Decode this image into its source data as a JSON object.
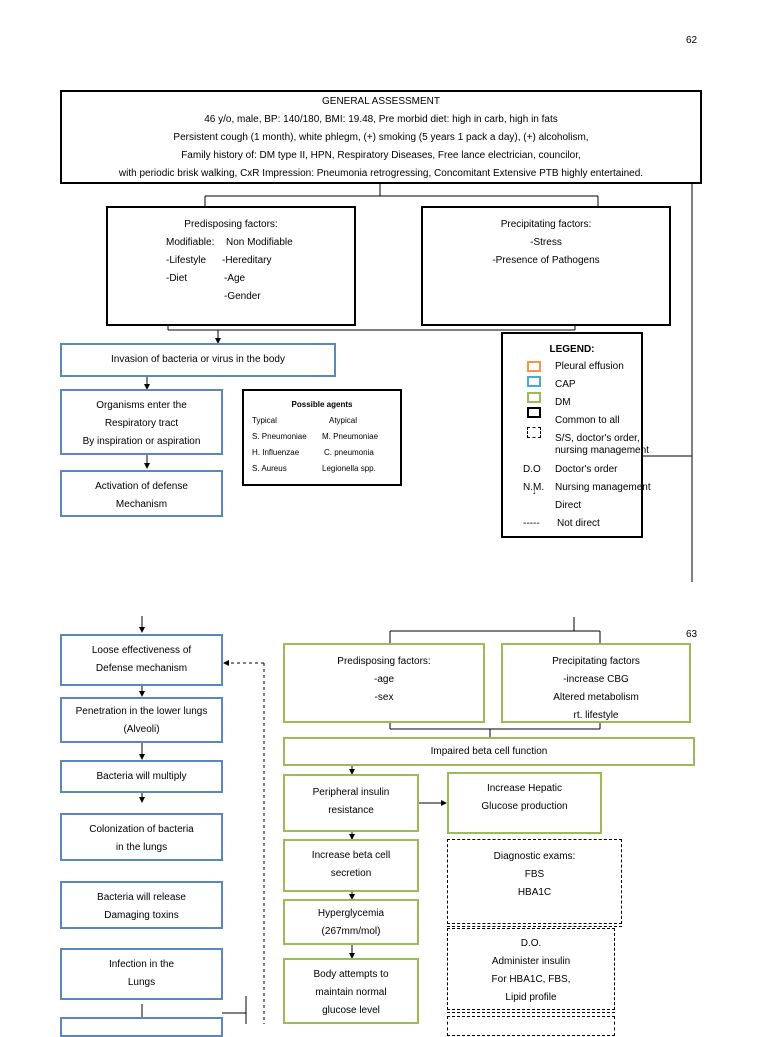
{
  "page_numbers": {
    "top": "62",
    "middle": "63"
  },
  "general_assessment": {
    "lines": [
      "GENERAL ASSESSMENT",
      "46 y/o, male, BP: 140/180, BMI: 19.48, Pre morbid diet: high in carb, high in fats",
      "Persistent cough (1 month), white phlegm, (+) smoking (5 years 1 pack a day), (+) alcoholism,",
      "Family history of: DM type II, HPN, Respiratory Diseases, Free lance electrician, councilor,",
      "with periodic brisk walking, CxR Impression: Pneumonia retrogressing, Concomitant Extensive PTB highly entertained."
    ]
  },
  "predisposing_1": {
    "title": "Predisposing factors:",
    "rows": [
      [
        "Modifiable:",
        "Non Modifiable"
      ],
      [
        "-Lifestyle",
        "-Hereditary"
      ],
      [
        "-Diet",
        "-Age"
      ],
      [
        "",
        "-Gender"
      ]
    ]
  },
  "precipitating_1": {
    "lines": [
      "Precipitating factors:",
      "-Stress",
      "-Presence of Pathogens"
    ]
  },
  "cap_flow": {
    "invasion": [
      "Invasion of bacteria or virus in the body"
    ],
    "organisms": [
      "Organisms enter the",
      "Respiratory tract",
      "By inspiration or aspiration"
    ],
    "activation": [
      "Activation of defense",
      "Mechanism"
    ],
    "loose": [
      "Loose effectiveness of",
      "Defense mechanism"
    ],
    "penetration": [
      "Penetration in the lower lungs",
      "(Alveoli)"
    ],
    "multiply": [
      "Bacteria will multiply"
    ],
    "colonization": [
      "Colonization of bacteria",
      "in the lungs"
    ],
    "toxins": [
      "Bacteria will release",
      "Damaging toxins"
    ],
    "infection": [
      "Infection in the",
      "Lungs"
    ]
  },
  "possible_agents": {
    "title": "Possible agents",
    "headers": [
      "Typical",
      "Atypical"
    ],
    "rows": [
      [
        "S. Pneumoniae",
        "M. Pneumoniae"
      ],
      [
        "H. Influenzae",
        "C. pneumonia"
      ],
      [
        "S. Aureus",
        "Legionella spp."
      ]
    ]
  },
  "legend": {
    "title": "LEGEND:",
    "items": [
      {
        "swatch": "#f79646",
        "label": "Pleural effusion"
      },
      {
        "swatch": "#4bacc6",
        "label": "CAP"
      },
      {
        "swatch": "#9bbb59",
        "label": "DM"
      },
      {
        "swatch": "#000000",
        "label": "Common to all"
      },
      {
        "swatch": "dashed",
        "label": "S/S, doctor's order,",
        "label2": "nursing management"
      }
    ],
    "abbrev": [
      {
        "key": "D.O",
        "label": "Doctor's order"
      },
      {
        "key": "N.M.",
        "label": "Nursing management"
      },
      {
        "key": "",
        "label": "Direct"
      },
      {
        "key": "-----",
        "label": "Not direct"
      }
    ]
  },
  "dm_flow": {
    "predisposing": [
      "Predisposing factors:",
      "-age",
      "-sex"
    ],
    "precipitating": [
      "Precipitating factors",
      "-increase CBG",
      "Altered metabolism",
      "rt. lifestyle"
    ],
    "impaired": [
      "Impaired beta cell function"
    ],
    "peripheral": [
      "Peripheral insulin",
      "resistance"
    ],
    "hepatic": [
      "Increase Hepatic",
      "Glucose production"
    ],
    "beta": [
      "Increase beta cell",
      "secretion"
    ],
    "hyper": [
      "Hyperglycemia",
      "(267mm/mol)"
    ],
    "body": [
      "Body attempts to",
      "maintain normal",
      "glucose level"
    ],
    "diagnostic": [
      "Diagnostic exams:",
      "FBS",
      "HBA1C"
    ],
    "doctor_order": [
      "D.O.",
      "Administer insulin",
      "For HBA1C, FBS,",
      "Lipid profile"
    ]
  },
  "colors": {
    "cap_blue": "#5b87b9",
    "dm_green": "#9bbb59",
    "pleural_orange": "#f79646",
    "cap_legend": "#4bacc6"
  }
}
